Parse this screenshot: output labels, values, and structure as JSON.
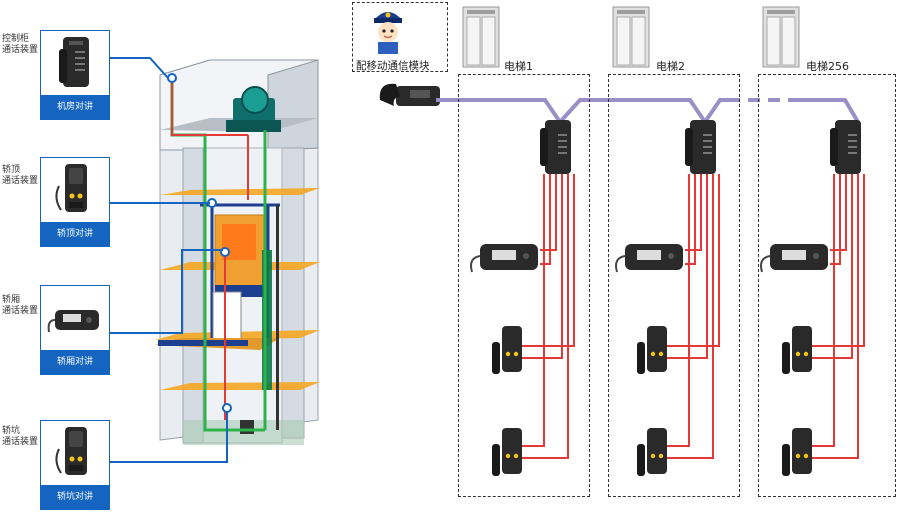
{
  "left_panel": {
    "stations": [
      {
        "desc_line1": "控制柜",
        "desc_line2": "通话装置",
        "caption": "机房对讲",
        "device_icon": "wall-phone-icon"
      },
      {
        "desc_line1": "轿顶",
        "desc_line2": "通话装置",
        "caption": "轿顶对讲",
        "device_icon": "car-top-intercom-icon"
      },
      {
        "desc_line1": "轿厢",
        "desc_line2": "通话装置",
        "caption": "轿厢对讲",
        "device_icon": "car-intercom-icon"
      },
      {
        "desc_line1": "轿坑",
        "desc_line2": "通话装置",
        "caption": "轿坑对讲",
        "device_icon": "pit-intercom-icon"
      }
    ]
  },
  "right_panel": {
    "module_label": "配移动通信模块",
    "module_icon": "police-cartoon-icon",
    "desk_phone_icon": "desk-phone-icon",
    "elevators": [
      {
        "label": "电梯1"
      },
      {
        "label": "电梯2"
      },
      {
        "label": "电梯256"
      }
    ]
  },
  "colors": {
    "accent_blue": "#1565c0",
    "red_wire": "#e53935",
    "purple_line": "#9a8fc7",
    "green_wire": "#2eb24a"
  }
}
